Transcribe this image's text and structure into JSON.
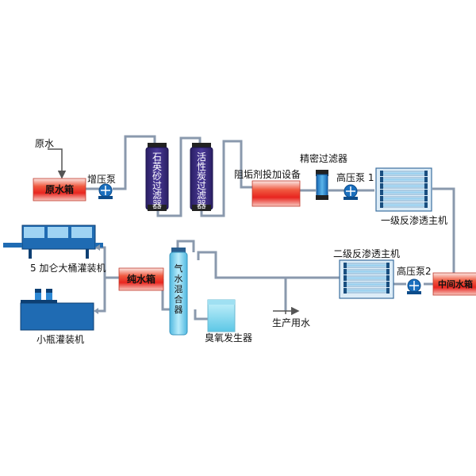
{
  "labels": {
    "raw_water": "原水",
    "raw_water_tank": "原水箱",
    "booster_pump": "增压泵",
    "quartz_filter": "石英砂过滤器",
    "carbon_filter": "活性炭过滤器",
    "antiscalant_device": "阻垢剂投加设备",
    "precision_filter": "精密过滤器",
    "high_pressure_pump_1": "高压泵 1",
    "primary_ro": "一级反渗透主机",
    "secondary_ro": "二级反渗透主机",
    "high_pressure_pump_2": "高压泵2",
    "intermediate_tank": "中间水箱",
    "pure_water_tank": "纯水箱",
    "gas_water_mixer": "气水混合器",
    "ozone_generator": "臭氧发生器",
    "production_water": "生产用水",
    "barrel_filler": "5 加仑大桶灌装机",
    "bottle_filler": "小瓶灌装机"
  },
  "colors": {
    "pipe": "#7f8fa6",
    "tank_red": "#e8251f",
    "tank_light": "#fbe7e4",
    "filter_purple": "#3d2d82",
    "machine_blue": "#1f6bb3",
    "light_blue": "#7ad2ee",
    "pump_blue": "#1a6fbe"
  },
  "vertical_text": {
    "quartz_filter": [
      "石",
      "英",
      "砂",
      "过",
      "滤",
      "器"
    ],
    "carbon_filter": [
      "活",
      "性",
      "炭",
      "过",
      "滤",
      "器"
    ],
    "gas_water_mixer": [
      "气",
      "水",
      "混",
      "合",
      "器"
    ]
  }
}
